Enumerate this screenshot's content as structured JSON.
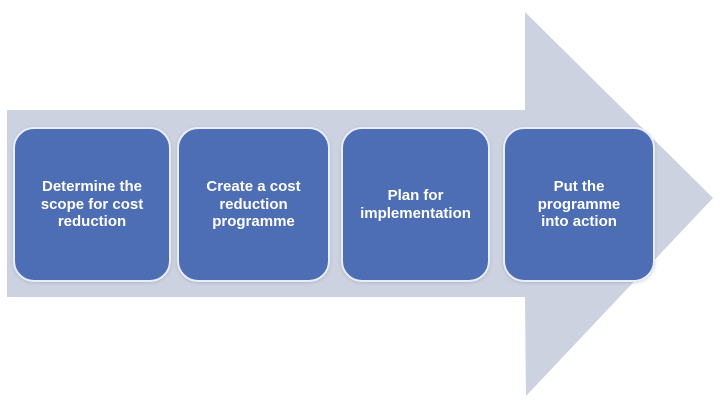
{
  "figure": {
    "type": "process-flow-arrow",
    "direction": "right",
    "steps": [
      {
        "label": "Determine the scope for cost reduction",
        "lines": [
          "Determine the",
          "scope for cost",
          "reduction"
        ]
      },
      {
        "label": "Create a cost reduction programme",
        "lines": [
          "Create a cost",
          "reduction",
          "programme"
        ]
      },
      {
        "label": "Plan for implementation",
        "lines": [
          "Plan for",
          "implementation"
        ]
      },
      {
        "label": "Put the programme into action",
        "lines": [
          "Put the",
          "programme",
          "into action"
        ]
      }
    ]
  },
  "theme": {
    "background": "#ffffff",
    "arrow_color": "#cdd2e1",
    "box_fill": "#4d6eb5",
    "box_border": "#e9edf6",
    "text_color": "#ffffff"
  }
}
